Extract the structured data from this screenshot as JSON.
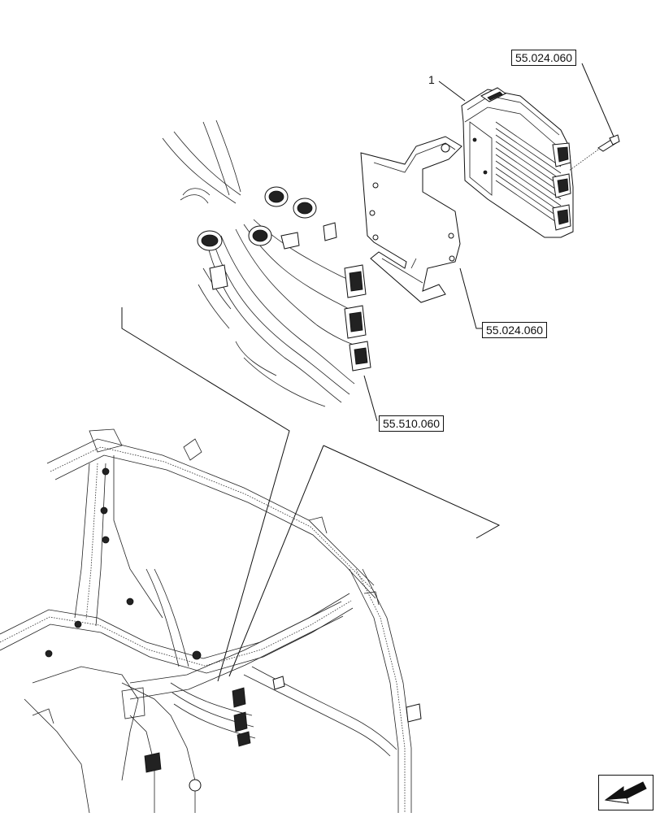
{
  "diagram": {
    "callouts": {
      "item_1": "1"
    },
    "references": {
      "top_right": "55.024.060",
      "bracket": "55.024.060",
      "harness": "55.510.060"
    },
    "icons": {
      "navigation": "next-page-arrow-icon"
    }
  }
}
